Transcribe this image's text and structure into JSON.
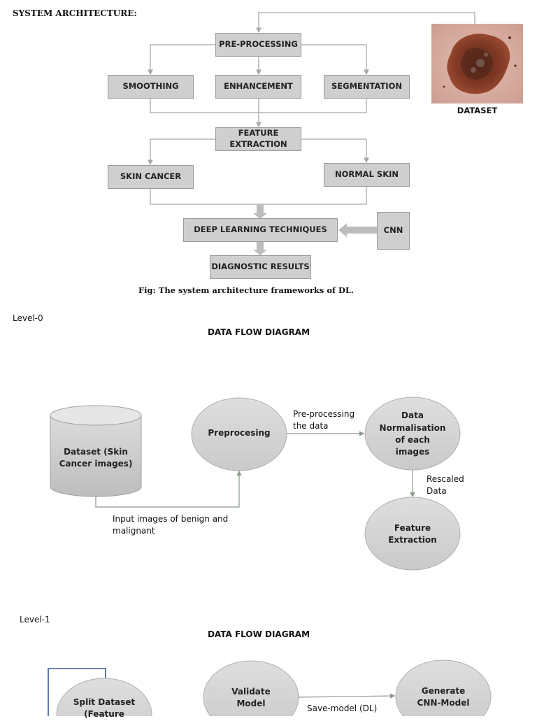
{
  "sysarch": {
    "heading": "SYSTEM ARCHITECTURE:",
    "preprocessing": "PRE-PROCESSING",
    "smoothing": "SMOOTHING",
    "enhancement": "ENHANCEMENT",
    "segmentation": "SEGMENTATION",
    "feature_line1": "FEATURE",
    "feature_line2": "EXTRACTION",
    "skin_cancer": "SKIN CANCER",
    "normal_skin": "NORMAL SKIN",
    "deep_learning": "DEEP LEARNING TECHNIQUES",
    "cnn": "CNN",
    "diagnostic": "DIAGNOSTIC RESULTS",
    "dataset_label": "DATASET",
    "caption": "Fig: The system architecture frameworks of DL."
  },
  "level0": {
    "level": "Level-0",
    "title": "DATA FLOW DIAGRAM",
    "dataset_line1": "Dataset (Skin",
    "dataset_line2": "Cancer images)",
    "preprocessing": "Preprocesing",
    "edge_pre_line1": "Pre-processing",
    "edge_pre_line2": "the data",
    "norm_line1": "Data",
    "norm_line2": "Normalisation",
    "norm_line3": "of each",
    "norm_line4": "images",
    "edge_rescaled_line1": "Rescaled",
    "edge_rescaled_line2": "Data",
    "feature_line1": "Feature",
    "feature_line2": "Extraction",
    "input_line1": "Input images of benign and",
    "input_line2": "malignant"
  },
  "level1": {
    "level": "Level-1",
    "title": "DATA FLOW DIAGRAM",
    "split_line1": "Split Dataset",
    "split_line2": "(Feature",
    "validate_line1": "Validate",
    "validate_line2": "Model",
    "save_model": "Save-model (DL)",
    "generate_line1": "Generate",
    "generate_line2": "CNN-Model"
  },
  "colors": {
    "box_fill": "#cfcfcf",
    "ellipse_fill": "#d4d4d4",
    "line": "#a8a8a8",
    "lesion": "#8a3b26"
  }
}
